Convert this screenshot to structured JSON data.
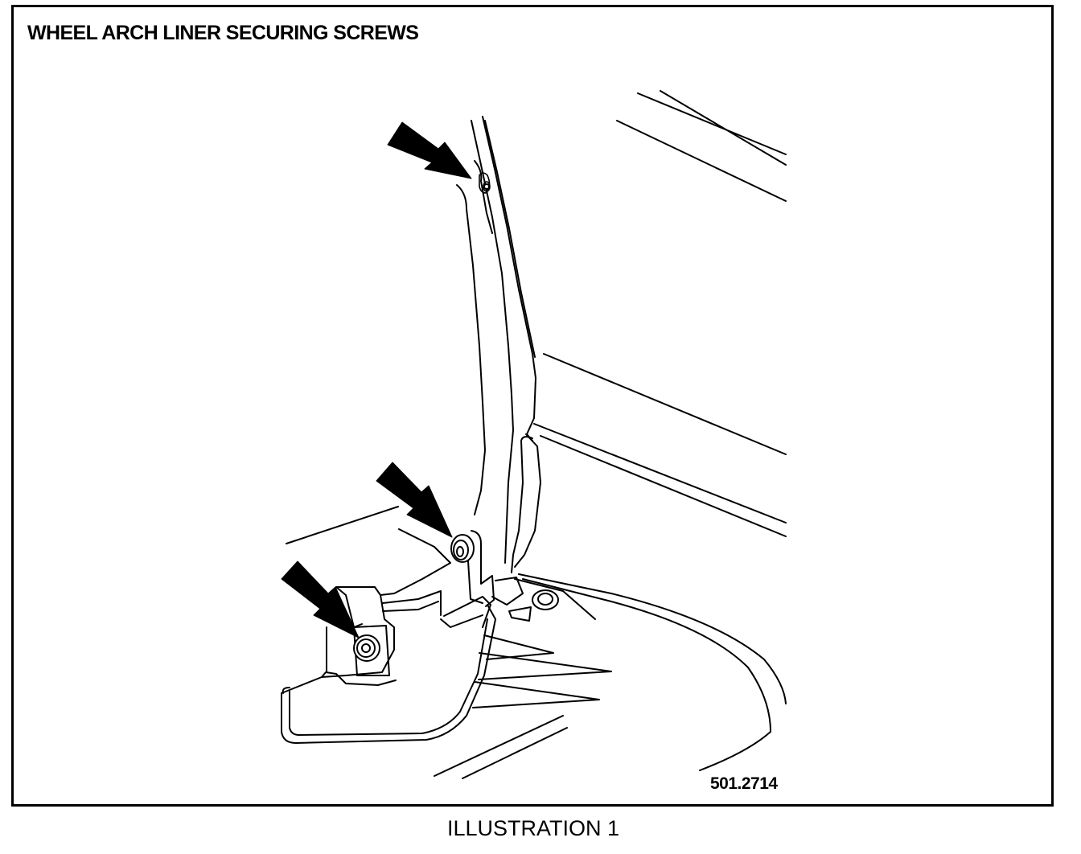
{
  "title": "WHEEL ARCH LINER SECURING SCREWS",
  "reference_number": "501.2714",
  "caption": "ILLUSTRATION 1",
  "colors": {
    "ink": "#000000",
    "paper": "#ffffff"
  },
  "callouts": [
    {
      "icon": "arrow-icon",
      "points_to": "upper-screw"
    },
    {
      "icon": "arrow-icon",
      "points_to": "middle-screw"
    },
    {
      "icon": "arrow-icon",
      "points_to": "lower-screw"
    }
  ]
}
